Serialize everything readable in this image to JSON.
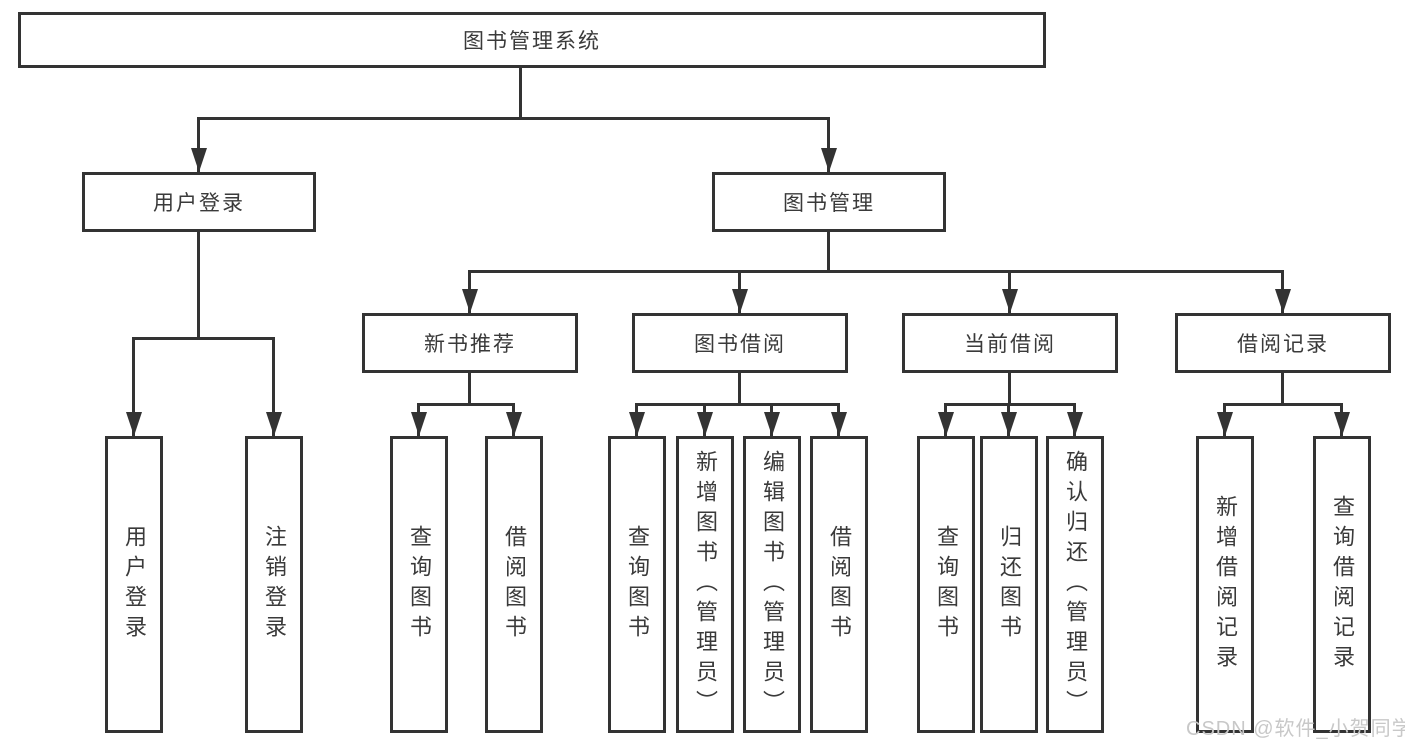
{
  "tree": {
    "root": {
      "label": "图书管理系统"
    },
    "children": [
      {
        "label": "用户登录",
        "children": [
          {
            "label": "用户登录"
          },
          {
            "label": "注销登录"
          }
        ]
      },
      {
        "label": "图书管理",
        "children": [
          {
            "label": "新书推荐",
            "children": [
              {
                "label": "查询图书"
              },
              {
                "label": "借阅图书"
              }
            ]
          },
          {
            "label": "图书借阅",
            "children": [
              {
                "label": "查询图书"
              },
              {
                "label": "新增图书（管理员）"
              },
              {
                "label": "编辑图书（管理员）"
              },
              {
                "label": "借阅图书"
              }
            ]
          },
          {
            "label": "当前借阅",
            "children": [
              {
                "label": "查询图书"
              },
              {
                "label": "归还图书"
              },
              {
                "label": "确认归还（管理员）"
              }
            ]
          },
          {
            "label": "借阅记录",
            "children": [
              {
                "label": "新增借阅记录"
              },
              {
                "label": "查询借阅记录"
              }
            ]
          }
        ]
      }
    ]
  },
  "watermark": {
    "text": "CSDN @软件_小贺同学"
  },
  "colors": {
    "line": "#333333",
    "text": "#3a3a3a",
    "watermark": "#c8c8c8",
    "background": "#ffffff"
  }
}
